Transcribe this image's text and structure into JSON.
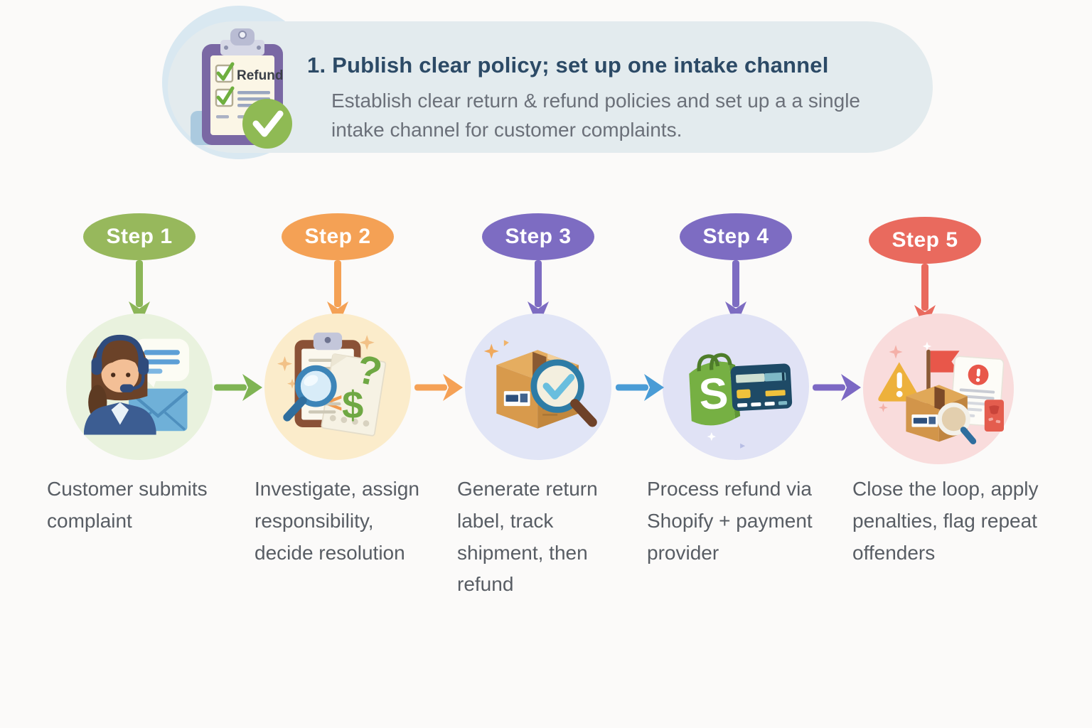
{
  "header": {
    "title": "1. Publish clear policy; set up one intake channel",
    "subtitle": "Establish clear return & refund policies and set up a a single intake channel for customer complaints.",
    "clipboard_label": "Refund",
    "banner_color": "#e3ebee",
    "title_color": "#2c4a66",
    "icon": "refund-checklist-clipboard-icon"
  },
  "steps": [
    {
      "badge": "Step 1",
      "badge_color": "#97b85c",
      "arrow_color": "#8cb658",
      "circle_color": "#e9f2de",
      "icon": "support-agent-complaint-icon",
      "caption": "Customer submits complaint"
    },
    {
      "badge": "Step 2",
      "badge_color": "#f4a155",
      "arrow_color": "#f4a155",
      "circle_color": "#fbeccb",
      "icon": "investigate-clipboard-icon",
      "caption": "Investigate, assign responsibility, decide resolution"
    },
    {
      "badge": "Step 3",
      "badge_color": "#7d6cc2",
      "arrow_color": "#7d6cc2",
      "circle_color": "#e1e5f6",
      "icon": "return-package-tracking-icon",
      "caption": "Generate return label, track shipment, then refund"
    },
    {
      "badge": "Step 4",
      "badge_color": "#7d6cc2",
      "arrow_color": "#7d6cc2",
      "circle_color": "#e0e2f5",
      "icon": "shopify-payment-card-icon",
      "caption": "Process refund via Shopify + payment provider"
    },
    {
      "badge": "Step 5",
      "badge_color": "#e96a5e",
      "arrow_color": "#e96a5e",
      "circle_color": "#f9dcdc",
      "icon": "flag-penalty-report-icon",
      "caption": "Close the loop, apply penalties, flag repeat offenders"
    }
  ],
  "connector_colors": [
    "#7fb454",
    "#f5a156",
    "#4a9cd6",
    "#7c68c4"
  ]
}
